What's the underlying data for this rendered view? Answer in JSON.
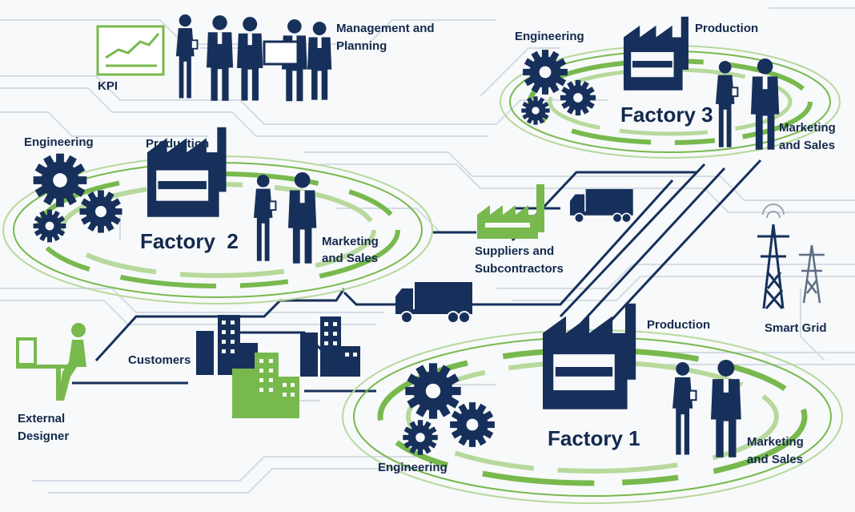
{
  "colors": {
    "navy": "#17305b",
    "green": "#78b94e",
    "green_light": "#b7d99c",
    "grid_line": "#d4dce4",
    "background": "#f7f9fa"
  },
  "management": {
    "kpi_label": "KPI",
    "title_line1": "Management and",
    "title_line2": "Planning"
  },
  "factory2": {
    "name": "Factory  2",
    "engineering": "Engineering",
    "production": "Production",
    "marketing_line1": "Marketing",
    "marketing_line2": "and Sales"
  },
  "factory3": {
    "name": "Factory 3",
    "engineering": "Engineering",
    "production": "Production",
    "marketing_line1": "Marketing",
    "marketing_line2": "and Sales"
  },
  "factory1": {
    "name": "Factory 1",
    "engineering": "Engineering",
    "production": "Production",
    "marketing_line1": "Marketing",
    "marketing_line2": "and Sales"
  },
  "suppliers": {
    "line1": "Suppliers and",
    "line2": "Subcontractors"
  },
  "customers": "Customers",
  "designer": {
    "line1": "External",
    "line2": "Designer"
  },
  "smart_grid": "Smart Grid",
  "icons": [
    "chart-icon",
    "people-icon",
    "gear-icon",
    "factory-icon",
    "person-icon",
    "truck-icon",
    "buildings-icon",
    "designer-icon",
    "power-tower-icon",
    "signal-icon"
  ]
}
